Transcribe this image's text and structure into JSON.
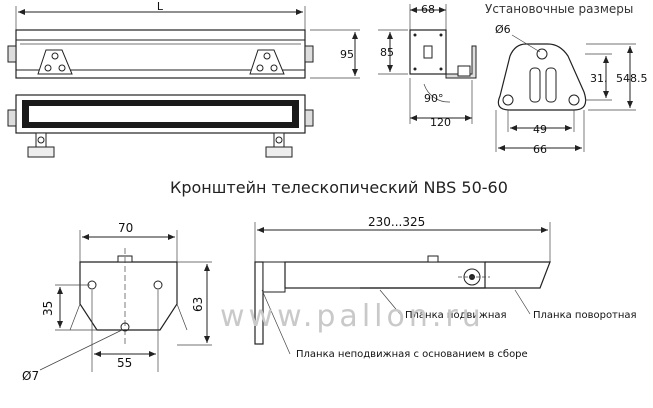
{
  "title": "Кронштейн телескопический NBS 50-60",
  "watermark": "www.pallon.ru",
  "top_view": {
    "length_label": "L",
    "height_label": "95",
    "subtitle": "Установочные размеры"
  },
  "side_view": {
    "top_width": "68",
    "height": "85",
    "angle": "90°",
    "depth": "120"
  },
  "mount_plate": {
    "hole_diameter": "Ø6",
    "v_spacing": "31.",
    "total_height": "548.5",
    "inner_width": "49",
    "outer_width": "66"
  },
  "bracket_front": {
    "top_width": "70",
    "hole_height": "35",
    "plate_height": "63",
    "bottom_width": "55",
    "hole_diameter": "Ø7"
  },
  "bracket_side": {
    "reach": "230...325",
    "label_sliding": "Планка подвижная",
    "label_rotating": "Планка поворотная",
    "label_fixed": "Планка неподвижная с основанием в сборе"
  }
}
